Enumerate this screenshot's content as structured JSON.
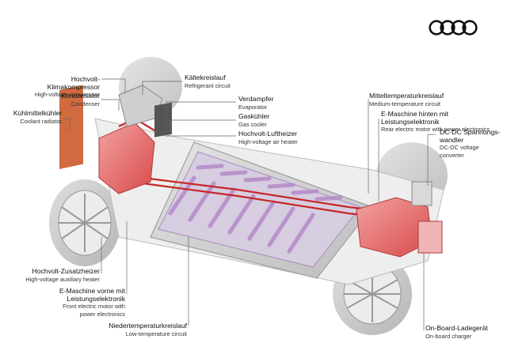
{
  "brand": {
    "logo_icon": "four-rings-logo"
  },
  "labels": {
    "klimakompressor": {
      "de": "Hochvolt-Klimakompressor",
      "en": "High-voltage compressor"
    },
    "kondensator": {
      "de": "Kondensator",
      "en": "Condenser"
    },
    "kuehlmittelkuehler": {
      "de": "Kühlmittelkühler",
      "en": "Coolant radiator"
    },
    "kaeltekreislauf": {
      "de": "Kältekreislauf",
      "en": "Refrigerant circuit"
    },
    "verdampfer": {
      "de": "Verdampfer",
      "en": "Evaporator"
    },
    "gaskuehler": {
      "de": "Gaskühler",
      "en": "Gas cooler"
    },
    "luftheizer": {
      "de": "Hochvolt-Luftheizer",
      "en": "High-voltage air heater"
    },
    "mitteltemperatur": {
      "de": "Mitteltemperaturkreislauf",
      "en": "Medium-temperature circuit"
    },
    "emaschine_hinten": {
      "de": "E-Maschine hinten mit Leistungselektronik",
      "en": "Rear electric motor with power electronics"
    },
    "dcdc": {
      "de_1": "DC-DC Spannungs-",
      "de_2": "wandler",
      "en_1": "DC-DC voltage",
      "en_2": "converter"
    },
    "zusatzheizer": {
      "de": "Hochvolt-Zusatzheizer",
      "en": "High-voltage auxiliary heater"
    },
    "emaschine_vorne": {
      "de_1": "E-Maschine vorne mit",
      "de_2": "Leistungselektronik",
      "en_1": "Front electric motor with",
      "en_2": "power electronics"
    },
    "niedertemperatur": {
      "de": "Niedertemperaturkreislauf",
      "en": "Low-temperature circuit"
    },
    "ladegeraet": {
      "de": "On-Board-Ladegerät",
      "en": "On-board charger"
    }
  },
  "colors": {
    "component_red": "#e25a5a",
    "battery_purple": "#b58ac9",
    "pipe_red": "#c62828",
    "chassis_grey": "#c8c8c8"
  }
}
